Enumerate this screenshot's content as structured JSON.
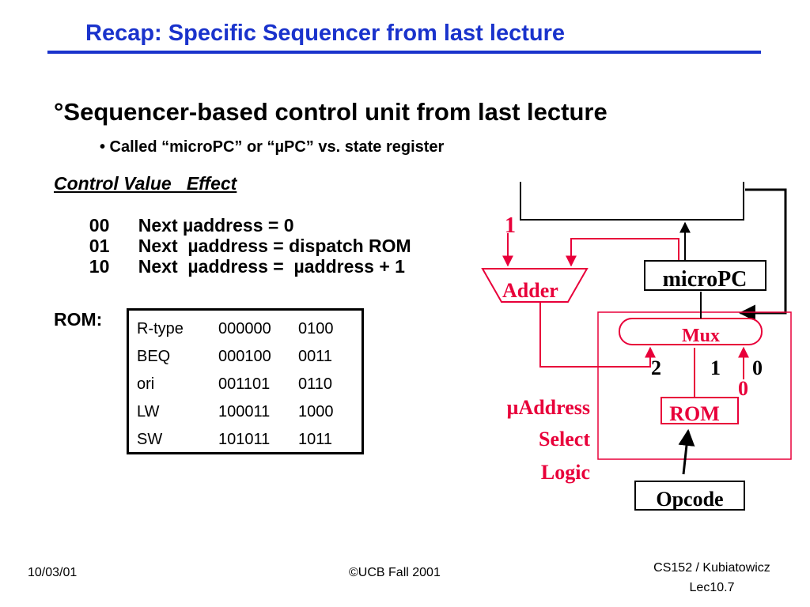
{
  "slide": {
    "title": "Recap: Specific Sequencer from last lecture",
    "bullet": "°Sequencer-based control unit from last lecture",
    "subbullet": "•  Called  “microPC” or “µPC” vs. state register"
  },
  "control_table": {
    "header": "Control Value   Effect",
    "rows": [
      {
        "code": "00",
        "effect": "Next µaddress = 0"
      },
      {
        "code": "01",
        "effect": "Next  µaddress = dispatch ROM"
      },
      {
        "code": "10",
        "effect": "Next  µaddress =  µaddress + 1"
      }
    ]
  },
  "rom": {
    "label": "ROM:",
    "rows": [
      {
        "name": "R-type",
        "opcode": "000000",
        "value": "0100"
      },
      {
        "name": "BEQ",
        "opcode": "000100",
        "value": "0011"
      },
      {
        "name": "ori",
        "opcode": "001101",
        "value": "0110"
      },
      {
        "name": "LW",
        "opcode": "100011",
        "value": "1000"
      },
      {
        "name": "SW",
        "opcode": "101011",
        "value": "1011"
      }
    ]
  },
  "diagram": {
    "adder_label": "Adder",
    "adder_input_const": "1",
    "micropc_label": "microPC",
    "mux_label": "Mux",
    "mux_inputs": [
      "2",
      "1",
      "0"
    ],
    "mux_zero_input": "0",
    "rom_label": "ROM",
    "opcode_label": "Opcode",
    "select_logic_lines": [
      "µAddress",
      "Select",
      "Logic"
    ],
    "colors": {
      "accent_red": "#e8003a",
      "wire": "#000000"
    }
  },
  "footer": {
    "date": "10/03/01",
    "copyright": "©UCB Fall 2001",
    "course_line1": "CS152 / Kubiatowicz",
    "course_line2": "Lec10.7"
  }
}
